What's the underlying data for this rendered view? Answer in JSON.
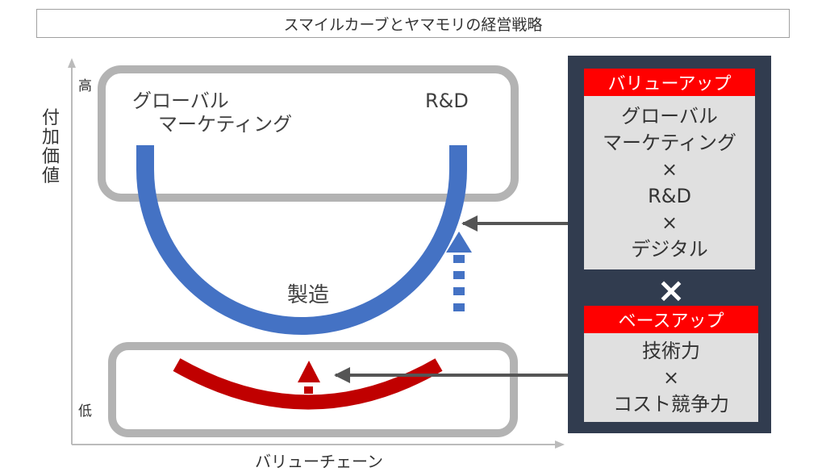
{
  "title": "スマイルカーブとヤマモリの経営戦略",
  "axes": {
    "y_label": "付加価値",
    "y_high": "高",
    "y_low": "低",
    "x_label": "バリューチェーン"
  },
  "curve_labels": {
    "left": [
      "グローバル",
      "マーケティング"
    ],
    "right": "R&D",
    "bottom": "製造"
  },
  "value_up": {
    "header": "バリューアップ",
    "lines": [
      "グローバル",
      "マーケティング",
      "×",
      "R&D",
      "×",
      "デジタル"
    ]
  },
  "combine_symbol": "×",
  "base_up": {
    "header": "ベースアップ",
    "lines": [
      "技術力",
      "×",
      "コスト競争力"
    ]
  },
  "colors": {
    "smile_curve": "#4472c4",
    "base_curve": "#c00000",
    "header_red": "#ff0000",
    "panel_navy": "#313c4f",
    "box_gray": "#b3b3b3",
    "card_gray": "#e0e0e0"
  }
}
